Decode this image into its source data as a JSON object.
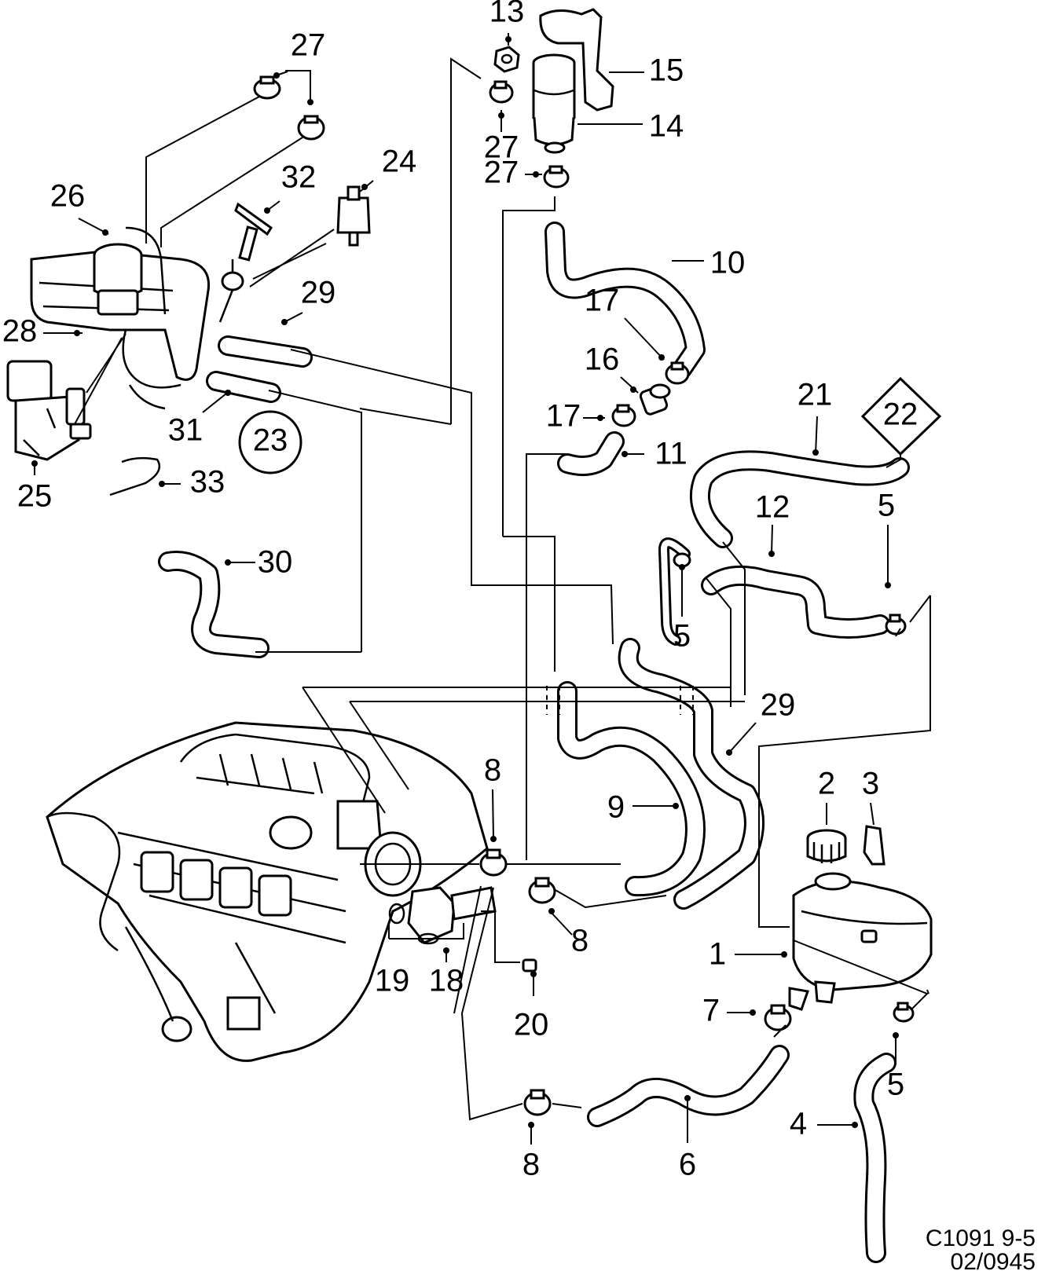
{
  "diagram": {
    "reference_code": "C1091 9-5",
    "reference_date": "02/0945",
    "callouts": [
      {
        "id": "c27a",
        "label": "27"
      },
      {
        "id": "c13",
        "label": "13"
      },
      {
        "id": "c15",
        "label": "15"
      },
      {
        "id": "c14",
        "label": "14"
      },
      {
        "id": "c27b",
        "label": "27"
      },
      {
        "id": "c27c",
        "label": "27"
      },
      {
        "id": "c24",
        "label": "24"
      },
      {
        "id": "c26",
        "label": "26"
      },
      {
        "id": "c32",
        "label": "32"
      },
      {
        "id": "c10",
        "label": "10"
      },
      {
        "id": "c29a",
        "label": "29"
      },
      {
        "id": "c28",
        "label": "28"
      },
      {
        "id": "c17a",
        "label": "17"
      },
      {
        "id": "c16",
        "label": "16"
      },
      {
        "id": "c17b",
        "label": "17"
      },
      {
        "id": "c21",
        "label": "21"
      },
      {
        "id": "c22",
        "label": "22"
      },
      {
        "id": "c31",
        "label": "31"
      },
      {
        "id": "c23",
        "label": "23"
      },
      {
        "id": "c11",
        "label": "11"
      },
      {
        "id": "c25",
        "label": "25"
      },
      {
        "id": "c33",
        "label": "33"
      },
      {
        "id": "c12",
        "label": "12"
      },
      {
        "id": "c5a",
        "label": "5"
      },
      {
        "id": "c30",
        "label": "30"
      },
      {
        "id": "c5b",
        "label": "5"
      },
      {
        "id": "c29b",
        "label": "29"
      },
      {
        "id": "c8a",
        "label": "8"
      },
      {
        "id": "c2",
        "label": "2"
      },
      {
        "id": "c3",
        "label": "3"
      },
      {
        "id": "c9",
        "label": "9"
      },
      {
        "id": "c8b",
        "label": "8"
      },
      {
        "id": "c1",
        "label": "1"
      },
      {
        "id": "c19",
        "label": "19"
      },
      {
        "id": "c18",
        "label": "18"
      },
      {
        "id": "c20",
        "label": "20"
      },
      {
        "id": "c7",
        "label": "7"
      },
      {
        "id": "c5c",
        "label": "5"
      },
      {
        "id": "c4",
        "label": "4"
      },
      {
        "id": "c8c",
        "label": "8"
      },
      {
        "id": "c6",
        "label": "6"
      }
    ]
  }
}
